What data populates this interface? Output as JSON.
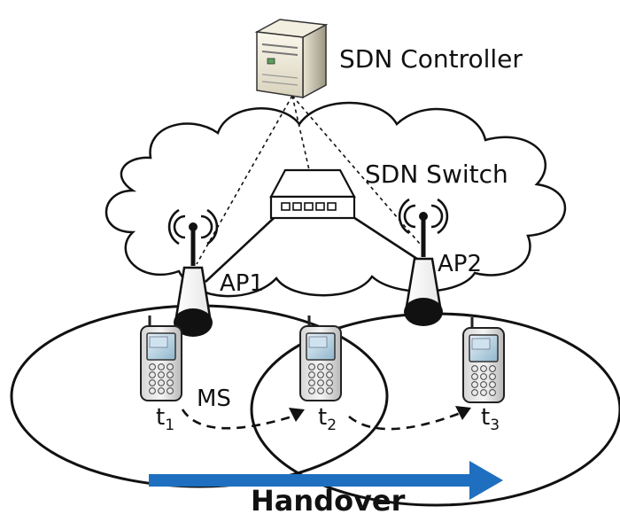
{
  "labels": {
    "controller": "SDN Controller",
    "switch": "SDN Switch",
    "ap1": "AP1",
    "ap2": "AP2",
    "ms": "MS",
    "handover": "Handover"
  },
  "times": [
    {
      "base": "t",
      "sub": "1"
    },
    {
      "base": "t",
      "sub": "2"
    },
    {
      "base": "t",
      "sub": "3"
    }
  ],
  "icons": {
    "server": "server-tower-icon",
    "switch": "network-switch-icon",
    "ap": "antenna-access-point-icon",
    "phone": "mobile-phone-icon",
    "signal": "wireless-signal-icon"
  },
  "colors": {
    "arrow": "#1e6fc0",
    "line": "#111111"
  }
}
